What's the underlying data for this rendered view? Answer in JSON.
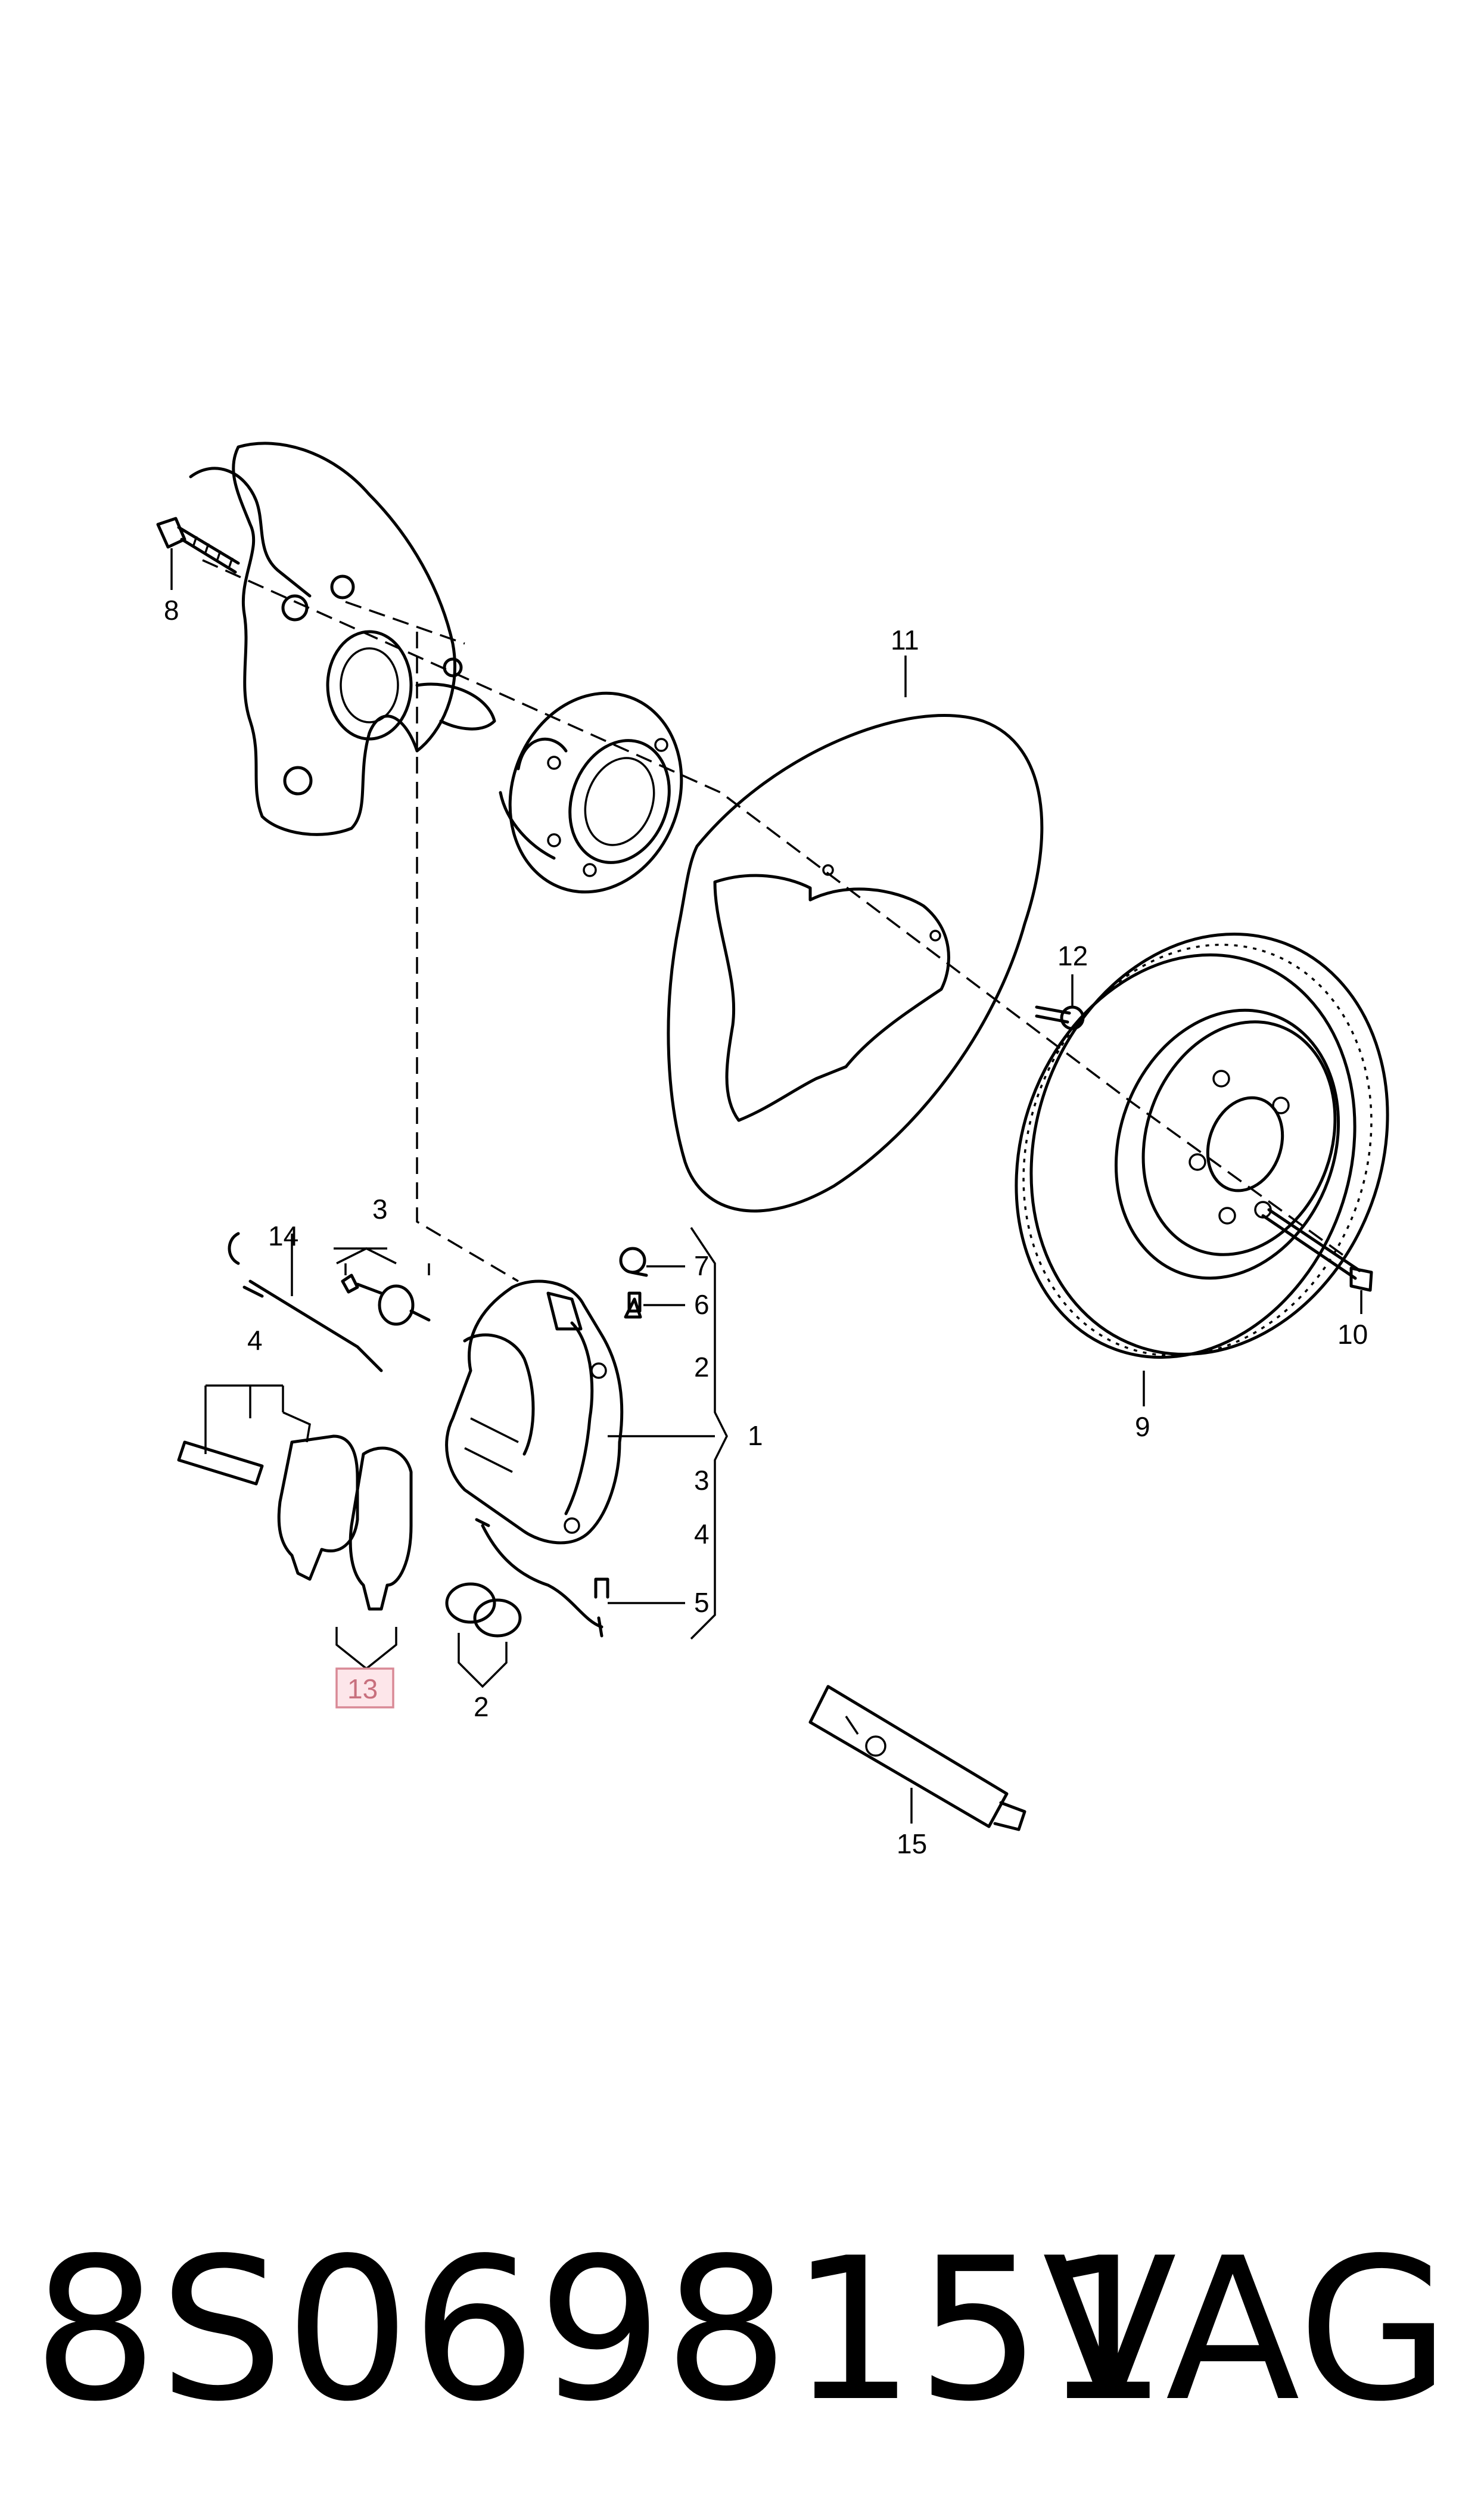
{
  "callouts": {
    "c1": "1",
    "c2a": "2",
    "c2b": "2",
    "c3a": "3",
    "c3b": "3",
    "c4a": "4",
    "c4b": "4",
    "c5": "5",
    "c6": "6",
    "c7": "7",
    "c8": "8",
    "c9": "9",
    "c10": "10",
    "c11": "11",
    "c12": "12",
    "c13": "13",
    "c14": "14",
    "c15": "15"
  },
  "highlighted_callout": "13",
  "colors": {
    "highlight_fill": "#fde6ea",
    "highlight_border": "#d98a96",
    "highlight_text": "#c8707e"
  },
  "footer": {
    "part_number": "8S0698151",
    "brand": "VAG"
  }
}
